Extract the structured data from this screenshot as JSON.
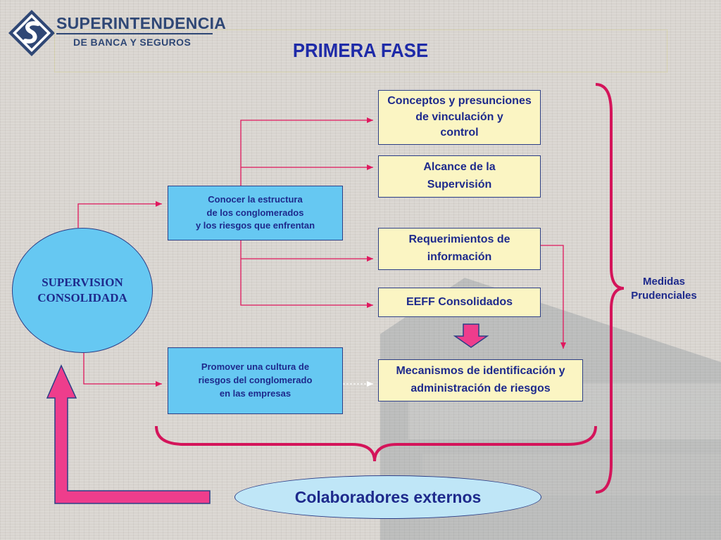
{
  "logo": {
    "line1": "SUPERINTENDENCIA",
    "line2": "DE BANCA Y SEGUROS"
  },
  "title": "PRIMERA FASE",
  "center": "SUPERVISION\nCONSOLIDADA",
  "blue_boxes": {
    "estructura": "Conocer la estructura\nde los conglomerados\ny los riesgos que enfrentan",
    "cultura": "Promover una cultura de\nriesgos del conglomerado\nen las empresas"
  },
  "yellow_boxes": {
    "conceptos": "Conceptos y presunciones\nde vinculación y\ncontrol",
    "alcance": "Alcance de la\nSupervisión",
    "requerimientos": "Requerimientos de\ninformación",
    "eeff": "EEFF Consolidados",
    "mecanismos": "Mecanismos de identificación y\nadministración de riesgos"
  },
  "medidas": "Medidas\nPrudenciales",
  "colaboradores": "Colaboradores externos",
  "colors": {
    "title_blue": "#1e2aa8",
    "box_blue": "#66c8f2",
    "box_yellow": "#fbf5c3",
    "connector": "#e0185e",
    "brace": "#d4145a",
    "arrow_fill": "#ee3d8c"
  },
  "icons": [
    "logo-s-diamond-icon",
    "down-arrow-icon",
    "up-arrow-icon"
  ]
}
